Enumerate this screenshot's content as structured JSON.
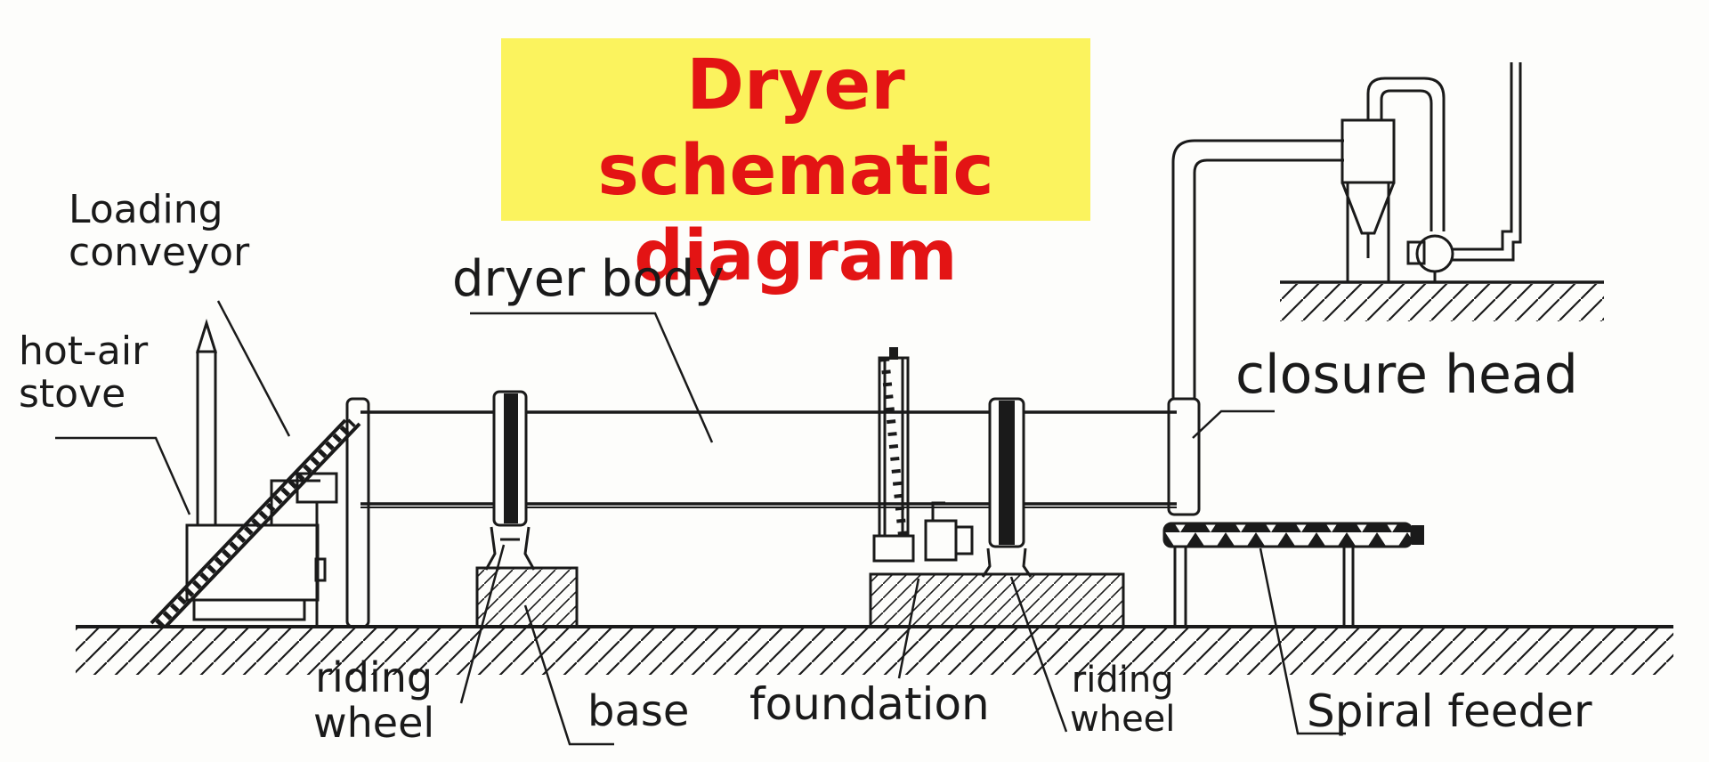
{
  "title": {
    "line1": "Dryer schematic",
    "line2": "diagram"
  },
  "labels": {
    "loading_conveyor_1": "Loading",
    "loading_conveyor_2": "conveyor",
    "hot_air_stove_1": "hot-air",
    "hot_air_stove_2": "stove",
    "dryer_body": "dryer body",
    "closure_head": "closure head",
    "riding_wheel_left_1": "riding",
    "riding_wheel_left_2": "wheel",
    "base": "base",
    "foundation": "foundation",
    "riding_wheel_right_1": "riding",
    "riding_wheel_right_2": "wheel",
    "spiral_feeder": "Spiral feeder"
  },
  "colors": {
    "title_text": "#e31414",
    "title_background": "#fbf35e",
    "line": "#1a1a1a"
  }
}
